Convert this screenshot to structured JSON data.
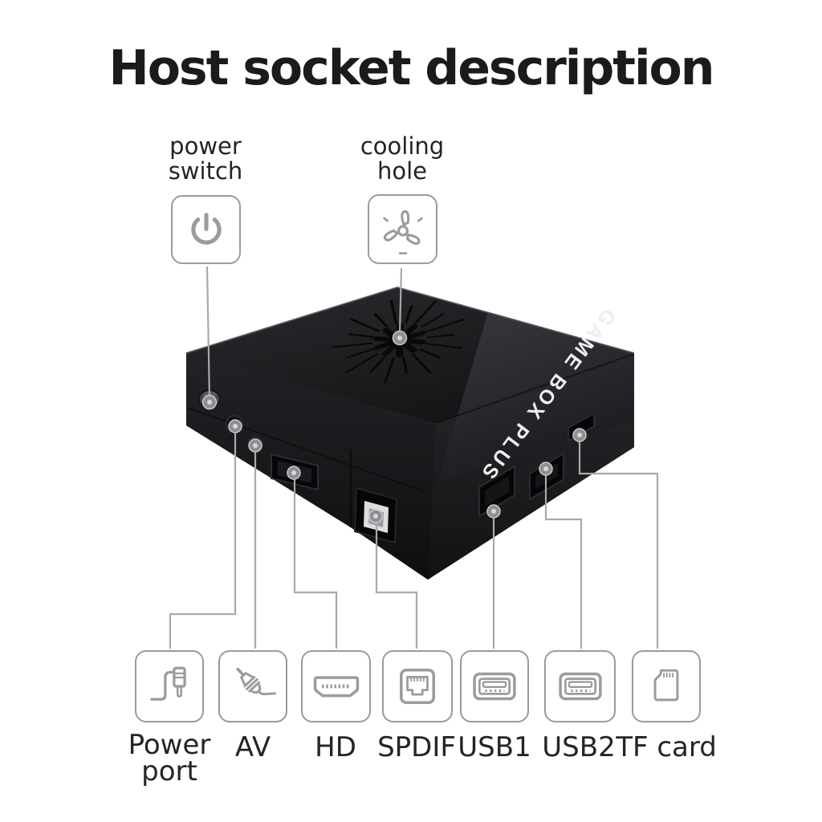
{
  "page": {
    "title": "Host socket description",
    "background": "#ffffff"
  },
  "device": {
    "brand_text": "GAME BOX PLUS",
    "body_color": "#1a1a1d",
    "marker_dot_color": "#8f8f92",
    "leader_line_color": "#a9a9ab"
  },
  "callouts": {
    "accent_gray": "#9b9b9e",
    "text_color": "#242424",
    "top": [
      {
        "label": "power switch",
        "icon": "power-icon"
      },
      {
        "label": "cooling hole",
        "icon": "fan-icon"
      }
    ],
    "bottom": [
      {
        "label": "Power port",
        "icon": "power-cable-icon"
      },
      {
        "label": "AV",
        "icon": "av-plug-icon"
      },
      {
        "label": "HD",
        "icon": "hdmi-icon"
      },
      {
        "label": "SPDIF",
        "icon": "spdif-icon"
      },
      {
        "label": "USB1",
        "icon": "usb-port-icon"
      },
      {
        "label": "USB2",
        "icon": "usb-port-icon"
      },
      {
        "label": "TF card",
        "icon": "tf-card-icon"
      }
    ]
  }
}
